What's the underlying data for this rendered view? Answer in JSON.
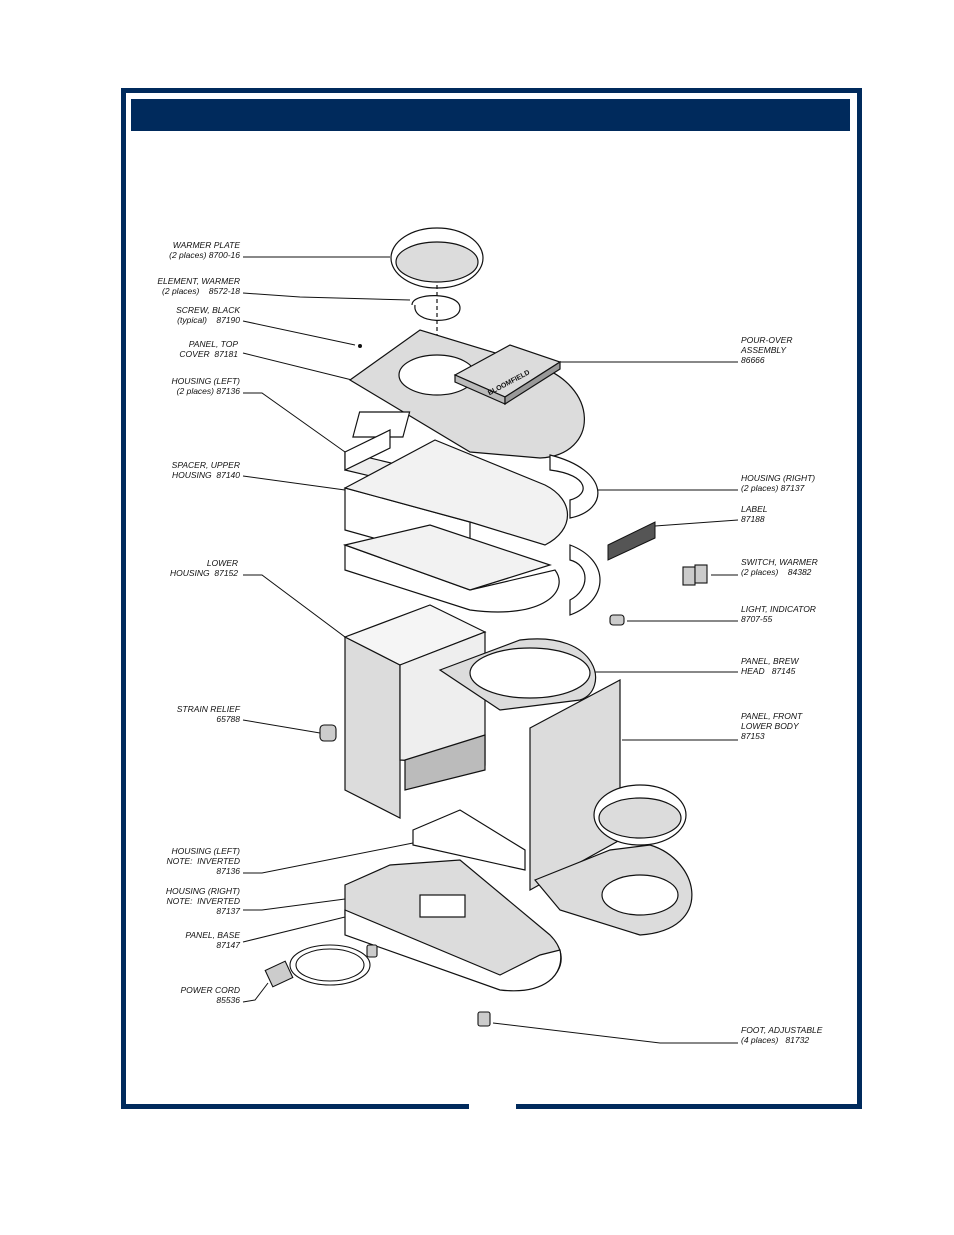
{
  "header": {
    "title": ""
  },
  "labels": {
    "warmer_plate": "WARMER PLATE\n(2 places) 8700-16",
    "element_warmer": "ELEMENT, WARMER\n(2 places)    8572-18",
    "screw_black": "SCREW, BLACK\n(typical)    87190",
    "panel_top_cover": "PANEL, TOP\nCOVER  87181",
    "housing_left": "HOUSING (LEFT)\n(2 places) 87136",
    "spacer_upper_housing": "SPACER, UPPER\nHOUSING  87140",
    "lower_housing": "LOWER\nHOUSING  87152",
    "strain_relief": "STRAIN RELIEF\n65788",
    "housing_left_inverted": "HOUSING (LEFT)\nNOTE:  INVERTED\n87136",
    "housing_right_inverted": "HOUSING (RIGHT)\nNOTE:  INVERTED\n87137",
    "panel_base": "PANEL, BASE\n87147",
    "power_cord": "POWER CORD\n85536",
    "pour_over_assembly": "POUR-OVER\nASSEMBLY\n86666",
    "housing_right": "HOUSING (RIGHT)\n(2 places) 87137",
    "label_part": "LABEL\n87188",
    "switch_warmer": "SWITCH, WARMER\n(2 places)    84382",
    "light_indicator": "LIGHT, INDICATOR\n8707-55",
    "panel_brew_head": "PANEL, BREW\nHEAD   87145",
    "panel_front_lower_body": "PANEL, FRONT\nLOWER BODY\n87153",
    "foot_adjustable": "FOOT, ADJUSTABLE\n(4 places)   81732"
  },
  "brand_text": "BLOOMFIELD",
  "colors": {
    "navy": "#002a5c",
    "panel_gray": "#dcdcdc",
    "line": "#111111"
  }
}
